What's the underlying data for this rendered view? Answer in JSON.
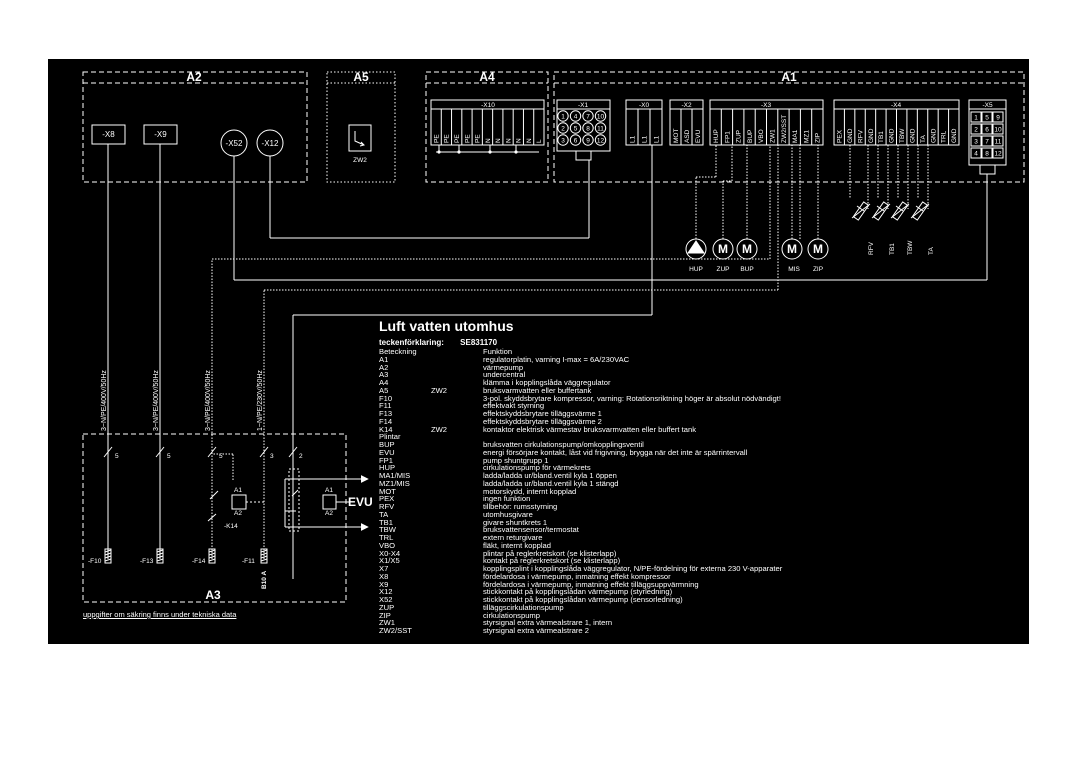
{
  "blocks": {
    "a2": "A2",
    "a5": "A5",
    "a4": "A4",
    "a1": "A1",
    "a3": "A3",
    "evu": "EVU"
  },
  "a2_terminals": [
    "-X8",
    "-X9",
    "-X52",
    "-X12"
  ],
  "a5_label": "ZW2",
  "x10": {
    "label": "-X10",
    "pins": [
      "PE",
      "PE",
      "PE",
      "PE",
      "PE",
      "N",
      "N",
      "N",
      "N",
      "N",
      "L"
    ]
  },
  "x1": {
    "label": "-X1",
    "pins": [
      "1",
      "4",
      "7",
      "10",
      "2",
      "5",
      "8",
      "11",
      "3",
      "6",
      "9",
      "12"
    ]
  },
  "x0": {
    "label": "-X0",
    "pins": [
      "L1",
      "L1",
      "L1"
    ]
  },
  "x2": {
    "label": "-X2",
    "pins": [
      "MOT",
      "ASD",
      "EVU"
    ]
  },
  "x3": {
    "label": "-X3",
    "pins": [
      "HUP",
      "FP1",
      "ZUP",
      "BUP",
      "VBO",
      "ZW1",
      "ZW2/SST",
      "MA1",
      "MZ1",
      "ZIP"
    ]
  },
  "x4": {
    "label": "-X4",
    "pins": [
      "PEX",
      "GND",
      "RFV",
      "GND",
      "TB1",
      "GND",
      "TBW",
      "GND",
      "TA",
      "GND",
      "TRL",
      "GND"
    ]
  },
  "x5": {
    "label": "-X5",
    "pins": [
      "1",
      "5",
      "9",
      "2",
      "6",
      "10",
      "3",
      "7",
      "11",
      "4",
      "8",
      "12"
    ]
  },
  "pumps": [
    "HUP",
    "ZUP",
    "BUP",
    "MIS",
    "ZIP"
  ],
  "sensors": [
    "RFV",
    "TB1",
    "TBW",
    "TA"
  ],
  "feeds": [
    "3~N/PE/400V/50Hz",
    "3~N/PE/400V/50Hz",
    "3~N/PE/400V/50Hz",
    "1~N/PE/230V/50Hz"
  ],
  "fuses": [
    "-F10",
    "-F13",
    "-F14",
    "-F11"
  ],
  "fuse_rating": "B10 A",
  "fuse_numbers": [
    "5",
    "5",
    "5",
    "3",
    "2"
  ],
  "k14": {
    "label": "-K14",
    "a1": "A1",
    "a2": "A2"
  },
  "evu_contact": {
    "a1": "A1",
    "a2": "A2"
  },
  "footnote": "uppgifter om säkring finns under tekniska data",
  "legend": {
    "title": "Luft vatten utomhus",
    "key_label": "teckenförklaring:",
    "doc_no": "SE831170",
    "col_designation": "Beteckning",
    "col_function": "Funktion",
    "rows": [
      {
        "d": "A1",
        "z": "",
        "f": "regulatorplatin, varning I-max = 6A/230VAC"
      },
      {
        "d": "A2",
        "z": "",
        "f": "värmepump"
      },
      {
        "d": "A3",
        "z": "",
        "f": "undercentral"
      },
      {
        "d": "A4",
        "z": "",
        "f": "klämma i kopplingslåda väggregulator"
      },
      {
        "d": "A5",
        "z": "ZW2",
        "f": "bruksvarmvatten eller buffertank"
      },
      {
        "d": "F10",
        "z": "",
        "f": "3-pol. skyddsbrytare kompressor, varning: Rotationsriktning höger är absolut nödvändigt!"
      },
      {
        "d": "F11",
        "z": "",
        "f": "effektvakt styrning"
      },
      {
        "d": "F13",
        "z": "",
        "f": "effektskyddsbrytare tilläggsvärme 1"
      },
      {
        "d": "F14",
        "z": "",
        "f": "effektskyddsbrytare tilläggsvärme 2"
      },
      {
        "d": "K14",
        "z": "ZW2",
        "f": "kontaktor elektrisk värmestav bruksvarmvatten eller buffert tank"
      },
      {
        "d": "Plintar",
        "z": "",
        "f": ""
      },
      {
        "d": "BUP",
        "z": "",
        "f": "bruksvatten cirkulationspump/omkopplingsventil"
      },
      {
        "d": "EVU",
        "z": "",
        "f": "energi försörjare kontakt, låst vid frigivning, brygga när det inte är spärrintervall"
      },
      {
        "d": "FP1",
        "z": "",
        "f": "pump shuntgrupp 1"
      },
      {
        "d": "HUP",
        "z": "",
        "f": "cirkulationspump för värmekrets"
      },
      {
        "d": "MA1/MIS",
        "z": "",
        "f": "ladda/ladda ur/bland.ventil kyla 1 öppen"
      },
      {
        "d": "MZ1/MIS",
        "z": "",
        "f": "ladda/ladda ur/bland.ventil kyla 1 stängd"
      },
      {
        "d": "MOT",
        "z": "",
        "f": "motorskydd, internt kopplad"
      },
      {
        "d": "PEX",
        "z": "",
        "f": "ingen funktion"
      },
      {
        "d": "RFV",
        "z": "",
        "f": "tillbehör: rumsstyrning"
      },
      {
        "d": "TA",
        "z": "",
        "f": "utomhusgivare"
      },
      {
        "d": "TB1",
        "z": "",
        "f": "givare shuntkrets 1"
      },
      {
        "d": "TBW",
        "z": "",
        "f": "bruksvattensensor/termostat"
      },
      {
        "d": "TRL",
        "z": "",
        "f": "extern returgivare"
      },
      {
        "d": "VBO",
        "z": "",
        "f": "fläkt, internt kopplad"
      },
      {
        "d": "X0-X4",
        "z": "",
        "f": "plintar på reglerkretskort (se klisterlapp)"
      },
      {
        "d": "X1/X5",
        "z": "",
        "f": "kontakt på reglerkretskort (se klisterlapp)"
      },
      {
        "d": "X7",
        "z": "",
        "f": "kopplingsplint i kopplingslåda väggregulator, N/PE-fördelning för externa 230 V-apparater"
      },
      {
        "d": "X8",
        "z": "",
        "f": "fördelardosa i värmepump, inmatning effekt kompressor"
      },
      {
        "d": "X9",
        "z": "",
        "f": "fördelardosa i värmepump, inmatning effekt tilläggsuppvärmning"
      },
      {
        "d": "X12",
        "z": "",
        "f": "stickkontakt på kopplingslådan värmepump (styrledning)"
      },
      {
        "d": "X52",
        "z": "",
        "f": "stickkontakt på kopplingslådan värmepump (sensorledning)"
      },
      {
        "d": "ZUP",
        "z": "",
        "f": "tilläggscirkulationspump"
      },
      {
        "d": "ZIP",
        "z": "",
        "f": "cirkulationspump"
      },
      {
        "d": "ZW1",
        "z": "",
        "f": "styrsignal extra värmealstrare 1, intern"
      },
      {
        "d": "ZW2/SST",
        "z": "",
        "f": "styrsignal extra värmealstrare 2"
      }
    ]
  }
}
